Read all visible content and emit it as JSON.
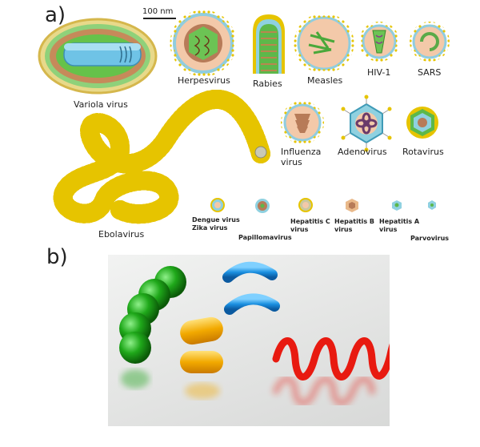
{
  "panels": {
    "a": "a)",
    "b": "b)"
  },
  "scale_bar": "100 nm",
  "viruses": {
    "variola": "Variola virus",
    "herpes": "Herpesvirus",
    "rabies": "Rabies",
    "measles": "Measles",
    "hiv": "HIV-1",
    "sars": "SARS",
    "influenza": [
      "Influenza",
      "virus"
    ],
    "adeno": "Adenovirus",
    "rota": "Rotavirus",
    "ebola": "Ebolavirus",
    "dengue": [
      "Dengue virus",
      "Zika virus"
    ],
    "papilloma": "Papillomavirus",
    "hepc": [
      "Hepatitis C",
      "virus"
    ],
    "hepb": [
      "Hepatitis B",
      "virus"
    ],
    "hepa": [
      "Hepatitis A",
      "virus"
    ],
    "parvo": "Parvovirus"
  }
}
